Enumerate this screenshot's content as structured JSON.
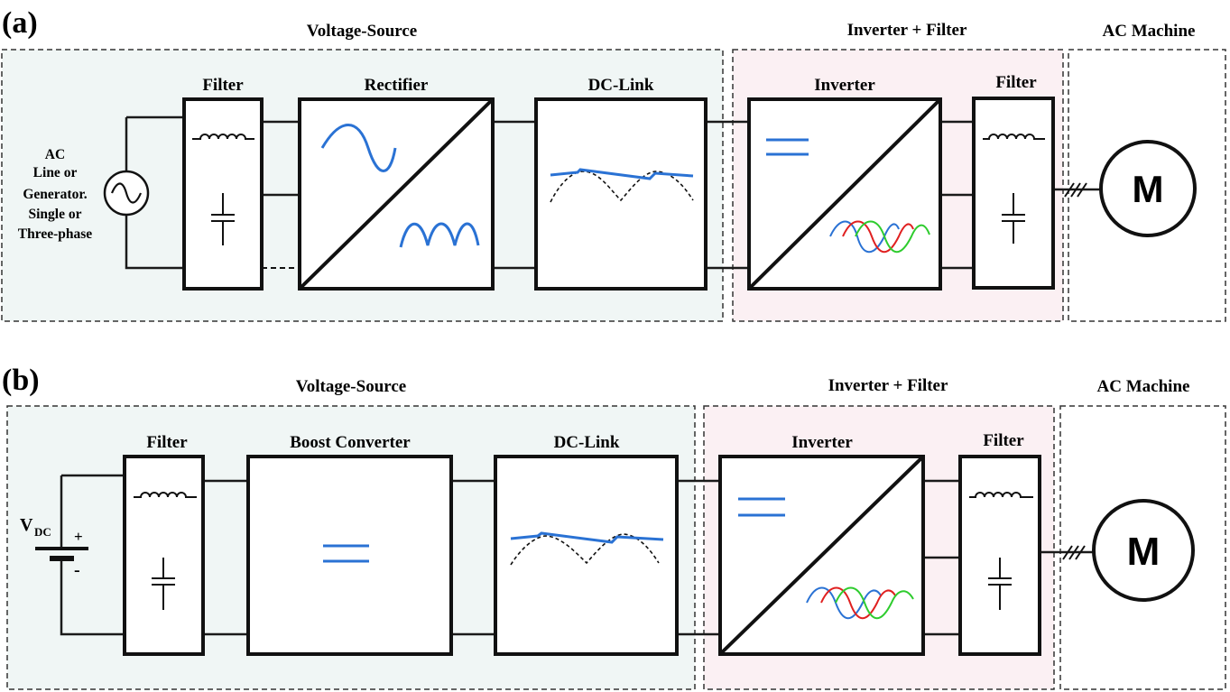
{
  "colors": {
    "voltage_source_bg": "#f0f6f5",
    "inverter_filter_bg": "#fbf0f3",
    "waveform_blue": "#2a72d4",
    "phase_a": "#2a72d4",
    "phase_b": "#e02020",
    "phase_c": "#2ecc2e"
  },
  "panel_a": {
    "tag": "(a)",
    "region_voltage_source": "Voltage-Source",
    "region_inverter_filter": "Inverter + Filter",
    "region_ac_machine": "AC Machine",
    "source_label_lines": [
      "AC",
      "Line or",
      "Generator.",
      "Single or",
      "Three-phase"
    ],
    "blocks": {
      "filter": "Filter",
      "rectifier": "Rectifier",
      "dc_link": "DC-Link",
      "inverter": "Inverter",
      "output_filter": "Filter"
    },
    "motor": "M",
    "icons": [
      "ac-source-icon",
      "inductor-icon",
      "capacitor-icon",
      "motor-icon",
      "three-phase-slash-icon"
    ]
  },
  "panel_b": {
    "tag": "(b)",
    "region_voltage_source": "Voltage-Source",
    "region_inverter_filter": "Inverter + Filter",
    "region_ac_machine": "AC Machine",
    "source_label_main": "V",
    "source_label_sub": "DC",
    "battery_plus": "+",
    "battery_minus": "-",
    "blocks": {
      "filter": "Filter",
      "boost_converter": "Boost Converter",
      "dc_link": "DC-Link",
      "inverter": "Inverter",
      "output_filter": "Filter"
    },
    "motor": "M",
    "icons": [
      "battery-icon",
      "inductor-icon",
      "capacitor-icon",
      "motor-icon",
      "three-phase-slash-icon"
    ]
  }
}
